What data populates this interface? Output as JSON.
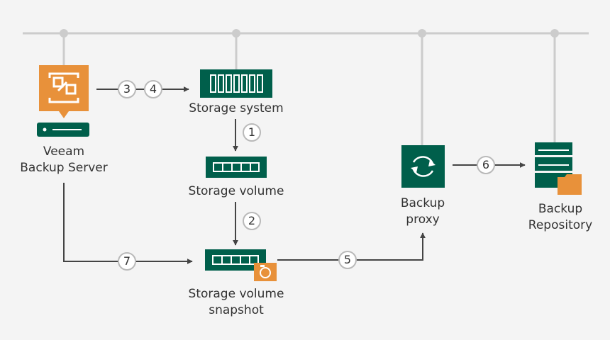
{
  "colors": {
    "background": "#f4f4f4",
    "line": "#cccccc",
    "arrow": "#444444",
    "veeam_green": "#005f4b",
    "orange": "#e8913a",
    "text": "#333333"
  },
  "nodes": {
    "backup_server": {
      "label": "Veeam\nBackup Server",
      "icon": "veeam-logo-icon"
    },
    "storage_system": {
      "label": "Storage system",
      "icon": "storage-array-icon"
    },
    "storage_volume": {
      "label": "Storage volume",
      "icon": "storage-volume-icon"
    },
    "snapshot": {
      "label": "Storage volume\nsnapshot",
      "icon": "snapshot-camera-icon"
    },
    "proxy": {
      "label": "Backup\nproxy",
      "icon": "sync-arrows-icon"
    },
    "repository": {
      "label": "Backup\nRepository",
      "icon": "repository-stack-icon"
    }
  },
  "steps": [
    "1",
    "2",
    "3",
    "4",
    "5",
    "6",
    "7"
  ]
}
